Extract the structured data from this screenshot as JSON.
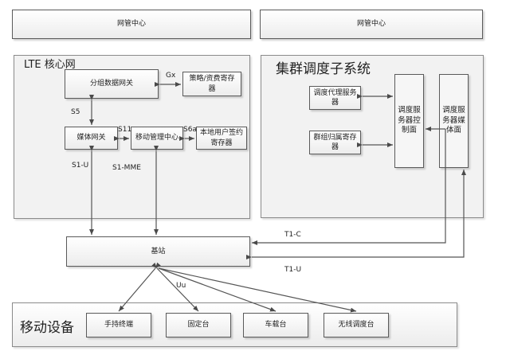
{
  "top": {
    "nms_left": "网管中心",
    "nms_right": "网管中心"
  },
  "lte": {
    "title": "LTE 核心网",
    "pdn_gateway": "分组数据网关",
    "pcrf": "策略/资费寄存器",
    "serving_gateway": "媒体网关",
    "mme": "移动管理中心",
    "hss": "本地用户签约寄存器",
    "labels": {
      "gx": "Gx",
      "s5": "S5",
      "s11": "S11",
      "s6a": "S6a",
      "s1u": "S1-U",
      "s1mme": "S1-MME"
    }
  },
  "cluster": {
    "title": "集群调度子系统",
    "dispatch_agent": "调度代理服务器",
    "group_home_register": "群组归属寄存器",
    "control_plane": "调度服务器控制面",
    "media_plane": "调度服务器媒体面"
  },
  "base_station": {
    "label": "基站",
    "t1c": "T1-C",
    "t1u": "T1-U",
    "uu": "Uu"
  },
  "mobile": {
    "title": "移动设备",
    "devices": [
      "手持终端",
      "固定台",
      "车载台",
      "无线调度台"
    ]
  }
}
